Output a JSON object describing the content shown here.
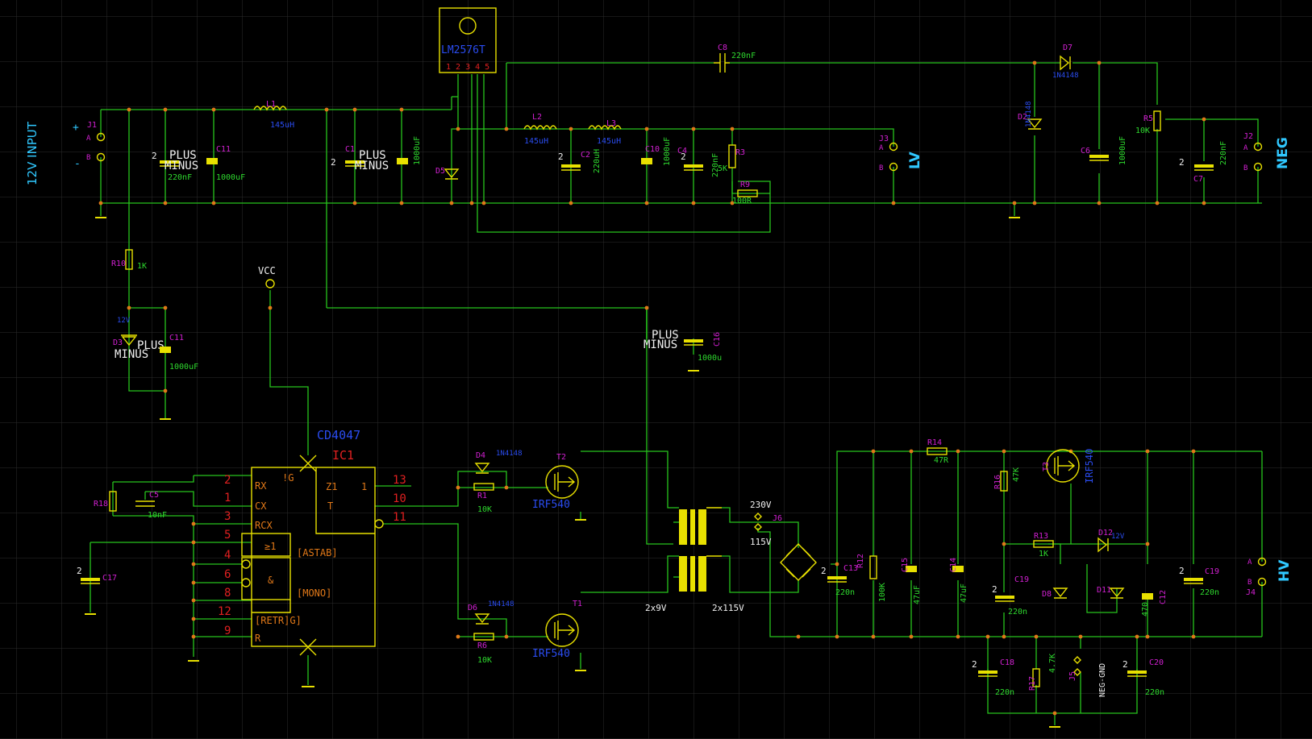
{
  "colors": {
    "background": "#000000",
    "grid": "#2c2c2c",
    "wire": "#27c41d",
    "component": "#e8e000",
    "ref_label": "#d020d0",
    "value_label": "#2ed82e",
    "part_label": "#2a4cf0",
    "pin_number": "#e02020",
    "pin_name": "#e07818",
    "connector_label": "#30c8ff",
    "net_label": "#f0f0f0",
    "junction": "#e07818"
  },
  "connectors": {
    "in_12v": "12V INPUT",
    "lv": "LV",
    "neg": "NEG",
    "hv": "HV",
    "vcc": "VCC",
    "neg_gnd": "NEG-GND",
    "pin_a": "A",
    "pin_b": "B",
    "plus": "+",
    "minus": "-"
  },
  "regulator": {
    "part": "LM2576T",
    "pin_numbers": "1 2 3 4 5"
  },
  "ic": {
    "ref": "IC1",
    "part": "CD4047",
    "pins_left": [
      {
        "num": "2",
        "name": "RX"
      },
      {
        "num": "1",
        "name": "CX"
      },
      {
        "num": "3",
        "name": "RCX"
      },
      {
        "num": "5",
        "name": ""
      },
      {
        "num": "4",
        "name": ""
      },
      {
        "num": "6",
        "name": ""
      },
      {
        "num": "8",
        "name": ""
      },
      {
        "num": "12",
        "name": "[RETR]G]"
      },
      {
        "num": "9",
        "name": "R"
      }
    ],
    "pins_right": [
      {
        "num": "13",
        "name": "Z1"
      },
      {
        "num": "10",
        "name": "T"
      },
      {
        "num": "11",
        "name": ""
      }
    ],
    "gate_g": "!G",
    "pin_1": "1",
    "gate_ge1": "≥1",
    "gate_and": "&",
    "astab": "[ASTAB]",
    "mono": "[MONO]"
  },
  "components": [
    {
      "ref": "J1"
    },
    {
      "ref": "J2"
    },
    {
      "ref": "J3"
    },
    {
      "ref": "J4"
    },
    {
      "ref": "J5"
    },
    {
      "ref": "J6"
    },
    {
      "ref": "L1",
      "value": "145uH"
    },
    {
      "ref": "L2",
      "value": "145uH"
    },
    {
      "ref": "L3",
      "value": "145uH"
    },
    {
      "ref": "C11",
      "value": "1000uF"
    },
    {
      "ref": "C1",
      "value": "1000uF"
    },
    {
      "ref": "C2",
      "value": "220uH"
    },
    {
      "ref": "C10",
      "value": "1000uF"
    },
    {
      "ref": "C4",
      "value": "220nF"
    },
    {
      "ref": "C6",
      "value": "1000uF"
    },
    {
      "ref": "C7",
      "value": "220nF"
    },
    {
      "ref": "C8",
      "value": "220nF"
    },
    {
      "ref": "C16",
      "value": "1000u"
    },
    {
      "ref": "C5",
      "value": "10nF"
    },
    {
      "ref": "C17"
    },
    {
      "ref": "C13",
      "value": "220n"
    },
    {
      "ref": "C15",
      "value": "47uF"
    },
    {
      "ref": "C14",
      "value": "47uF"
    },
    {
      "ref": "C19",
      "value": "220n"
    },
    {
      "ref": "C12",
      "value": "470"
    },
    {
      "ref": "C18",
      "value": "220n"
    },
    {
      "ref": "C20",
      "value": "220n"
    },
    {
      "ref": "R3",
      "value": "5K"
    },
    {
      "ref": "R9",
      "value": "100R"
    },
    {
      "ref": "R5",
      "value": "10K"
    },
    {
      "ref": "R10",
      "value": "1K"
    },
    {
      "ref": "R18"
    },
    {
      "ref": "R1",
      "value": "10K"
    },
    {
      "ref": "R6",
      "value": "10K"
    },
    {
      "ref": "R14",
      "value": "47R"
    },
    {
      "ref": "R16",
      "value": "47K"
    },
    {
      "ref": "R13",
      "value": "1K"
    },
    {
      "ref": "R12",
      "value": "100K"
    },
    {
      "ref": "R17",
      "value": "4.7K"
    },
    {
      "ref": "D7",
      "value": "1N4148"
    },
    {
      "ref": "D2",
      "value": "1N4148"
    },
    {
      "ref": "D5"
    },
    {
      "ref": "D3",
      "value": "12V"
    },
    {
      "ref": "D4",
      "value": "1N4148"
    },
    {
      "ref": "D6",
      "value": "1N4148"
    },
    {
      "ref": "D8"
    },
    {
      "ref": "D11"
    },
    {
      "ref": "D12",
      "value": "12V"
    },
    {
      "ref": "T1",
      "value": "IRF540"
    },
    {
      "ref": "T2",
      "value": "IRF540"
    },
    {
      "ref": "T3",
      "value": "IRF540"
    }
  ],
  "transformer": {
    "primary": "2x9V",
    "secondary": "2x115V",
    "tap_high": "230V",
    "tap_low": "115V"
  },
  "cap_symbol_labels": {
    "plus": "PLUS",
    "minus": "MINUS"
  }
}
